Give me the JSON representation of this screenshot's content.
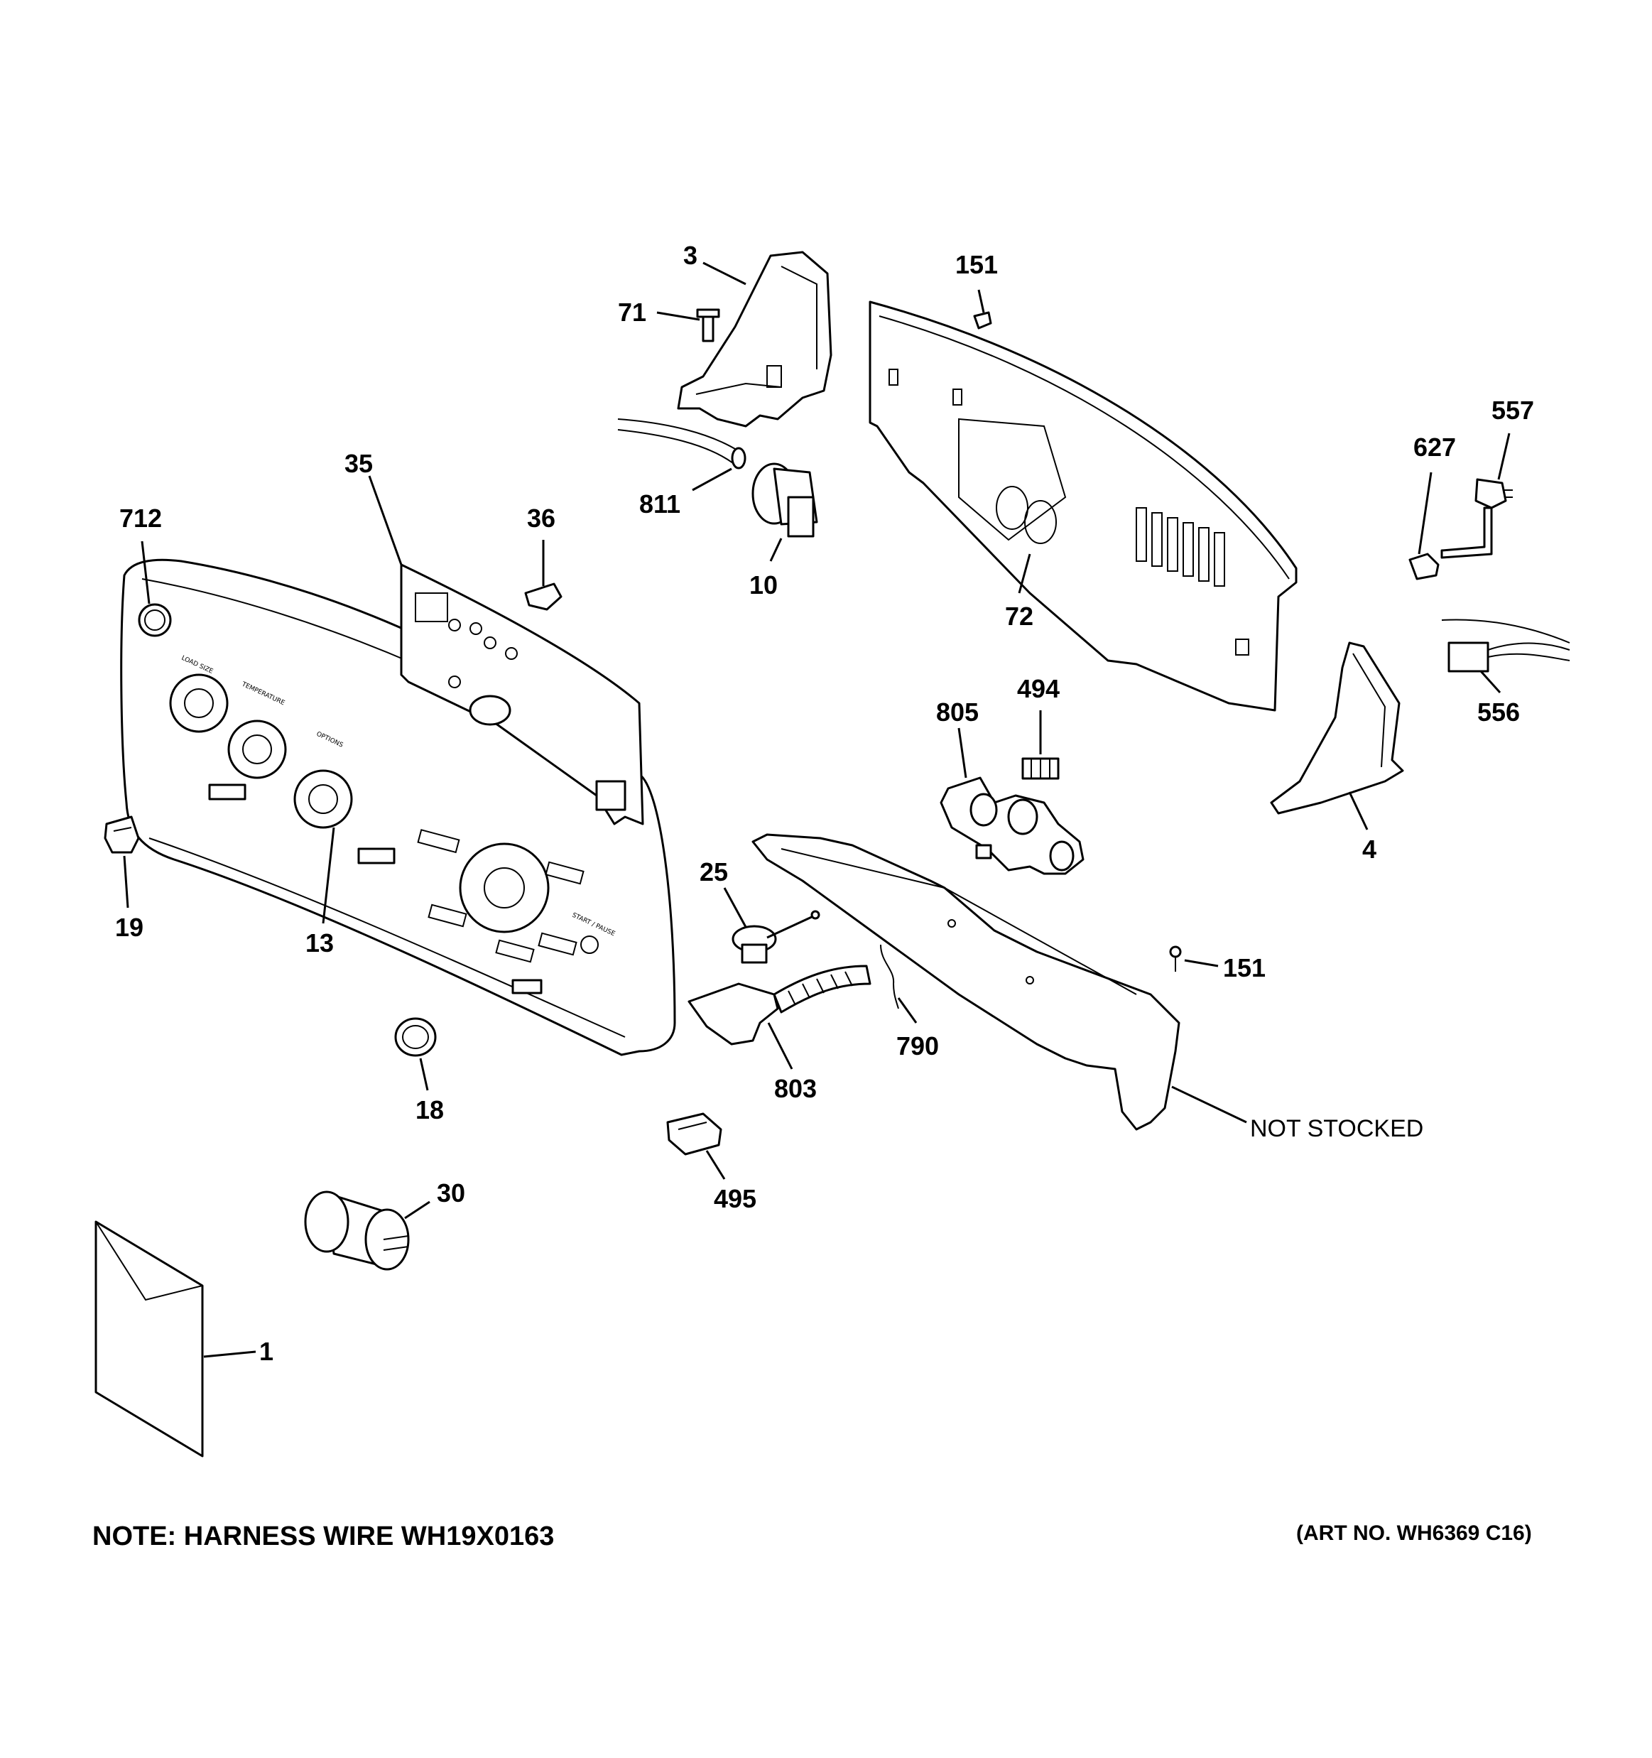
{
  "callouts": [
    {
      "id": "3",
      "label": "3"
    },
    {
      "id": "71",
      "label": "71"
    },
    {
      "id": "151a",
      "label": "151"
    },
    {
      "id": "811",
      "label": "811"
    },
    {
      "id": "10",
      "label": "10"
    },
    {
      "id": "35",
      "label": "35"
    },
    {
      "id": "36",
      "label": "36"
    },
    {
      "id": "712",
      "label": "712"
    },
    {
      "id": "72",
      "label": "72"
    },
    {
      "id": "627",
      "label": "627"
    },
    {
      "id": "557",
      "label": "557"
    },
    {
      "id": "556",
      "label": "556"
    },
    {
      "id": "494",
      "label": "494"
    },
    {
      "id": "805",
      "label": "805"
    },
    {
      "id": "4",
      "label": "4"
    },
    {
      "id": "19",
      "label": "19"
    },
    {
      "id": "13",
      "label": "13"
    },
    {
      "id": "25",
      "label": "25"
    },
    {
      "id": "151b",
      "label": "151"
    },
    {
      "id": "790",
      "label": "790"
    },
    {
      "id": "803",
      "label": "803"
    },
    {
      "id": "18",
      "label": "18"
    },
    {
      "id": "495",
      "label": "495"
    },
    {
      "id": "30",
      "label": "30"
    },
    {
      "id": "1",
      "label": "1"
    }
  ],
  "not_stocked_label": "NOT STOCKED",
  "note": "NOTE: HARNESS WIRE WH19X0163",
  "art_number": "(ART NO. WH6369 C16)",
  "console_labels": {
    "load_size": "LOAD SIZE",
    "temperature": "TEMPERATURE",
    "options": "OPTIONS",
    "start_pause": "START / PAUSE"
  }
}
